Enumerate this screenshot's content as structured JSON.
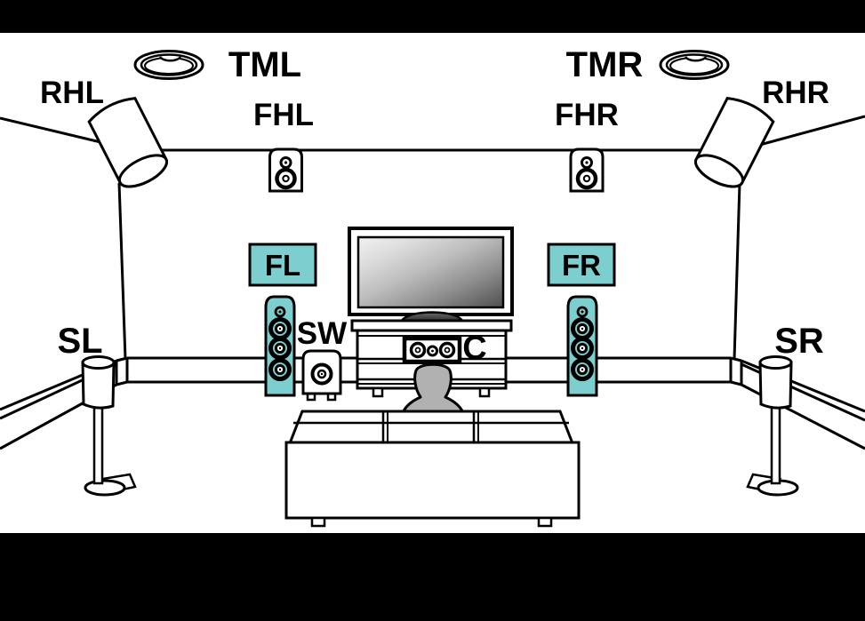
{
  "figure": {
    "type": "speaker-placement-diagram",
    "description": "Home theater 11.1 speaker layout with ceiling, height, front, surround speakers, subwoofer, TV and listening position"
  },
  "labels": {
    "tml": "TML",
    "tmr": "TMR",
    "rhl": "RHL",
    "rhr": "RHR",
    "fhl": "FHL",
    "fhr": "FHR",
    "fl": "FL",
    "fr": "FR",
    "sl": "SL",
    "sr": "SR",
    "sw": "SW",
    "c": "C"
  },
  "colors": {
    "accent_teal": "#7ccfce",
    "line_black": "#000000",
    "person_gray": "#b1b1b1",
    "background": "#ffffff",
    "letterbox": "#000000"
  }
}
